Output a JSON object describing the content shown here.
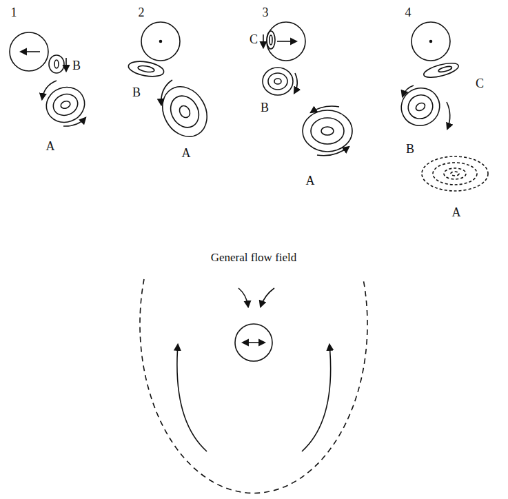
{
  "diagram": {
    "labels": [
      "1",
      "B",
      "A",
      "2",
      "B",
      "A",
      "3",
      "C",
      "B",
      "A",
      "4",
      "C",
      "B",
      "A",
      "General flow field"
    ]
  }
}
